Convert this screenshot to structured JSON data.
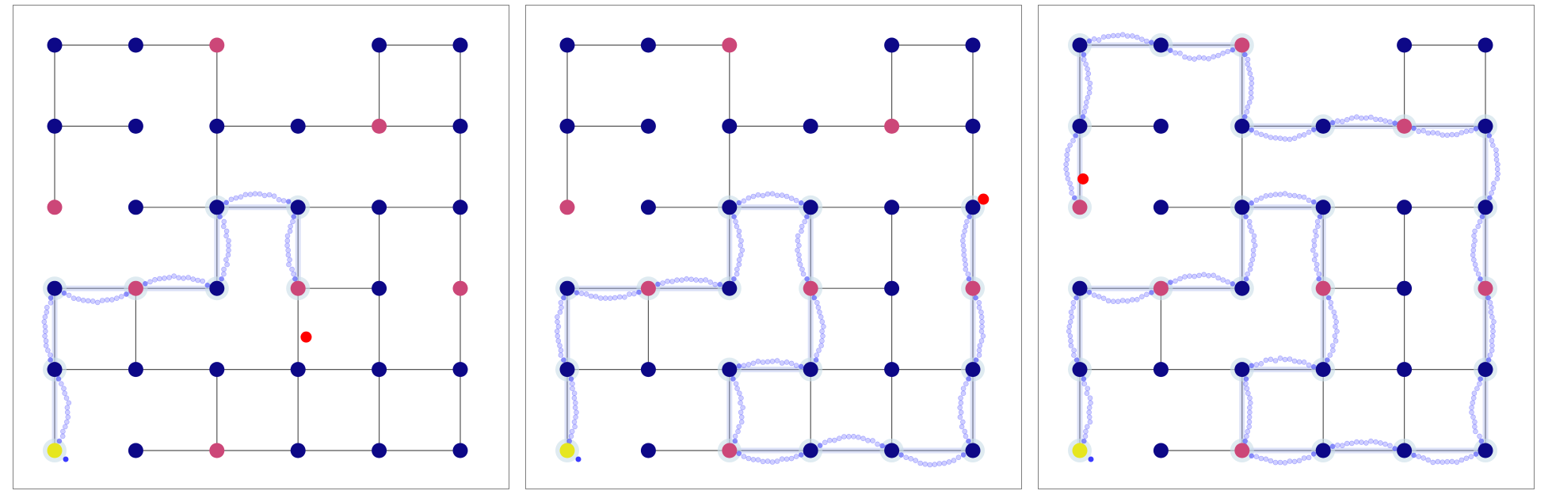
{
  "colors": {
    "node": "#0d0887",
    "special_node": "#cc4778",
    "start_node": "#e6e61f",
    "edge": "#555555",
    "trajectory": "#3b3bff",
    "path_highlight": "#9aa8e8",
    "node_halo": "#c9dde8",
    "agent": "#ff0000",
    "frame": "#7f7f7f"
  },
  "graph": {
    "grid_size": 6,
    "nodes": [
      {
        "r": 0,
        "c": 0,
        "kind": "node"
      },
      {
        "r": 0,
        "c": 1,
        "kind": "node"
      },
      {
        "r": 0,
        "c": 2,
        "kind": "special"
      },
      {
        "r": 0,
        "c": 4,
        "kind": "node"
      },
      {
        "r": 0,
        "c": 5,
        "kind": "node"
      },
      {
        "r": 1,
        "c": 0,
        "kind": "node"
      },
      {
        "r": 1,
        "c": 1,
        "kind": "node"
      },
      {
        "r": 1,
        "c": 2,
        "kind": "node"
      },
      {
        "r": 1,
        "c": 3,
        "kind": "node"
      },
      {
        "r": 1,
        "c": 4,
        "kind": "special"
      },
      {
        "r": 1,
        "c": 5,
        "kind": "node"
      },
      {
        "r": 2,
        "c": 0,
        "kind": "special"
      },
      {
        "r": 2,
        "c": 1,
        "kind": "node"
      },
      {
        "r": 2,
        "c": 2,
        "kind": "node"
      },
      {
        "r": 2,
        "c": 3,
        "kind": "node"
      },
      {
        "r": 2,
        "c": 4,
        "kind": "node"
      },
      {
        "r": 2,
        "c": 5,
        "kind": "node"
      },
      {
        "r": 3,
        "c": 0,
        "kind": "node"
      },
      {
        "r": 3,
        "c": 1,
        "kind": "special"
      },
      {
        "r": 3,
        "c": 2,
        "kind": "node"
      },
      {
        "r": 3,
        "c": 3,
        "kind": "special"
      },
      {
        "r": 3,
        "c": 4,
        "kind": "node"
      },
      {
        "r": 3,
        "c": 5,
        "kind": "special"
      },
      {
        "r": 4,
        "c": 0,
        "kind": "node"
      },
      {
        "r": 4,
        "c": 1,
        "kind": "node"
      },
      {
        "r": 4,
        "c": 2,
        "kind": "node"
      },
      {
        "r": 4,
        "c": 3,
        "kind": "node"
      },
      {
        "r": 4,
        "c": 4,
        "kind": "node"
      },
      {
        "r": 4,
        "c": 5,
        "kind": "node"
      },
      {
        "r": 5,
        "c": 0,
        "kind": "start"
      },
      {
        "r": 5,
        "c": 1,
        "kind": "node"
      },
      {
        "r": 5,
        "c": 2,
        "kind": "special"
      },
      {
        "r": 5,
        "c": 3,
        "kind": "node"
      },
      {
        "r": 5,
        "c": 4,
        "kind": "node"
      },
      {
        "r": 5,
        "c": 5,
        "kind": "node"
      }
    ],
    "edges": [
      [
        [
          0,
          0
        ],
        [
          0,
          1
        ]
      ],
      [
        [
          0,
          1
        ],
        [
          0,
          2
        ]
      ],
      [
        [
          0,
          4
        ],
        [
          0,
          5
        ]
      ],
      [
        [
          0,
          0
        ],
        [
          1,
          0
        ]
      ],
      [
        [
          0,
          2
        ],
        [
          1,
          2
        ]
      ],
      [
        [
          0,
          4
        ],
        [
          1,
          4
        ]
      ],
      [
        [
          0,
          5
        ],
        [
          1,
          5
        ]
      ],
      [
        [
          1,
          0
        ],
        [
          1,
          1
        ]
      ],
      [
        [
          1,
          2
        ],
        [
          1,
          3
        ]
      ],
      [
        [
          1,
          3
        ],
        [
          1,
          4
        ]
      ],
      [
        [
          1,
          4
        ],
        [
          1,
          5
        ]
      ],
      [
        [
          1,
          0
        ],
        [
          2,
          0
        ]
      ],
      [
        [
          1,
          2
        ],
        [
          2,
          2
        ]
      ],
      [
        [
          1,
          5
        ],
        [
          2,
          5
        ]
      ],
      [
        [
          2,
          1
        ],
        [
          2,
          2
        ]
      ],
      [
        [
          2,
          2
        ],
        [
          2,
          3
        ]
      ],
      [
        [
          2,
          3
        ],
        [
          2,
          4
        ]
      ],
      [
        [
          2,
          4
        ],
        [
          2,
          5
        ]
      ],
      [
        [
          2,
          2
        ],
        [
          3,
          2
        ]
      ],
      [
        [
          2,
          3
        ],
        [
          3,
          3
        ]
      ],
      [
        [
          2,
          4
        ],
        [
          3,
          4
        ]
      ],
      [
        [
          2,
          5
        ],
        [
          3,
          5
        ]
      ],
      [
        [
          3,
          0
        ],
        [
          3,
          1
        ]
      ],
      [
        [
          3,
          1
        ],
        [
          3,
          2
        ]
      ],
      [
        [
          3,
          3
        ],
        [
          3,
          4
        ]
      ],
      [
        [
          3,
          0
        ],
        [
          4,
          0
        ]
      ],
      [
        [
          3,
          1
        ],
        [
          4,
          1
        ]
      ],
      [
        [
          3,
          3
        ],
        [
          4,
          3
        ]
      ],
      [
        [
          3,
          4
        ],
        [
          4,
          4
        ]
      ],
      [
        [
          3,
          5
        ],
        [
          4,
          5
        ]
      ],
      [
        [
          4,
          0
        ],
        [
          4,
          1
        ]
      ],
      [
        [
          4,
          1
        ],
        [
          4,
          2
        ]
      ],
      [
        [
          4,
          2
        ],
        [
          4,
          3
        ]
      ],
      [
        [
          4,
          3
        ],
        [
          4,
          4
        ]
      ],
      [
        [
          4,
          4
        ],
        [
          4,
          5
        ]
      ],
      [
        [
          4,
          0
        ],
        [
          5,
          0
        ]
      ],
      [
        [
          4,
          2
        ],
        [
          5,
          2
        ]
      ],
      [
        [
          4,
          3
        ],
        [
          5,
          3
        ]
      ],
      [
        [
          4,
          4
        ],
        [
          5,
          4
        ]
      ],
      [
        [
          4,
          5
        ],
        [
          5,
          5
        ]
      ],
      [
        [
          5,
          1
        ],
        [
          5,
          2
        ]
      ],
      [
        [
          5,
          2
        ],
        [
          5,
          3
        ]
      ],
      [
        [
          5,
          3
        ],
        [
          5,
          4
        ]
      ],
      [
        [
          5,
          4
        ],
        [
          5,
          5
        ]
      ]
    ]
  },
  "panels": [
    {
      "name": "panel-1",
      "path": [
        [
          5,
          0
        ],
        [
          4,
          0
        ],
        [
          3,
          0
        ],
        [
          3,
          1
        ],
        [
          3,
          2
        ],
        [
          2,
          2
        ],
        [
          2,
          3
        ],
        [
          3,
          3
        ]
      ],
      "agent": {
        "r": 3.6,
        "c": 3.1
      }
    },
    {
      "name": "panel-2",
      "path": [
        [
          5,
          0
        ],
        [
          4,
          0
        ],
        [
          3,
          0
        ],
        [
          3,
          1
        ],
        [
          3,
          2
        ],
        [
          2,
          2
        ],
        [
          2,
          3
        ],
        [
          3,
          3
        ],
        [
          4,
          3
        ],
        [
          4,
          2
        ],
        [
          5,
          2
        ],
        [
          5,
          3
        ],
        [
          5,
          4
        ],
        [
          5,
          5
        ],
        [
          4,
          5
        ],
        [
          3,
          5
        ],
        [
          2,
          5
        ]
      ],
      "agent": {
        "r": 1.9,
        "c": 5.13
      }
    },
    {
      "name": "panel-3",
      "path": [
        [
          5,
          0
        ],
        [
          4,
          0
        ],
        [
          3,
          0
        ],
        [
          3,
          1
        ],
        [
          3,
          2
        ],
        [
          2,
          2
        ],
        [
          2,
          3
        ],
        [
          3,
          3
        ],
        [
          4,
          3
        ],
        [
          4,
          2
        ],
        [
          5,
          2
        ],
        [
          5,
          3
        ],
        [
          5,
          4
        ],
        [
          5,
          5
        ],
        [
          4,
          5
        ],
        [
          3,
          5
        ],
        [
          2,
          5
        ],
        [
          1,
          5
        ],
        [
          1,
          4
        ],
        [
          1,
          3
        ],
        [
          1,
          2
        ],
        [
          0,
          2
        ],
        [
          0,
          1
        ],
        [
          0,
          0
        ],
        [
          1,
          0
        ],
        [
          2,
          0
        ]
      ],
      "agent": {
        "r": 1.65,
        "c": 0.04
      }
    }
  ]
}
